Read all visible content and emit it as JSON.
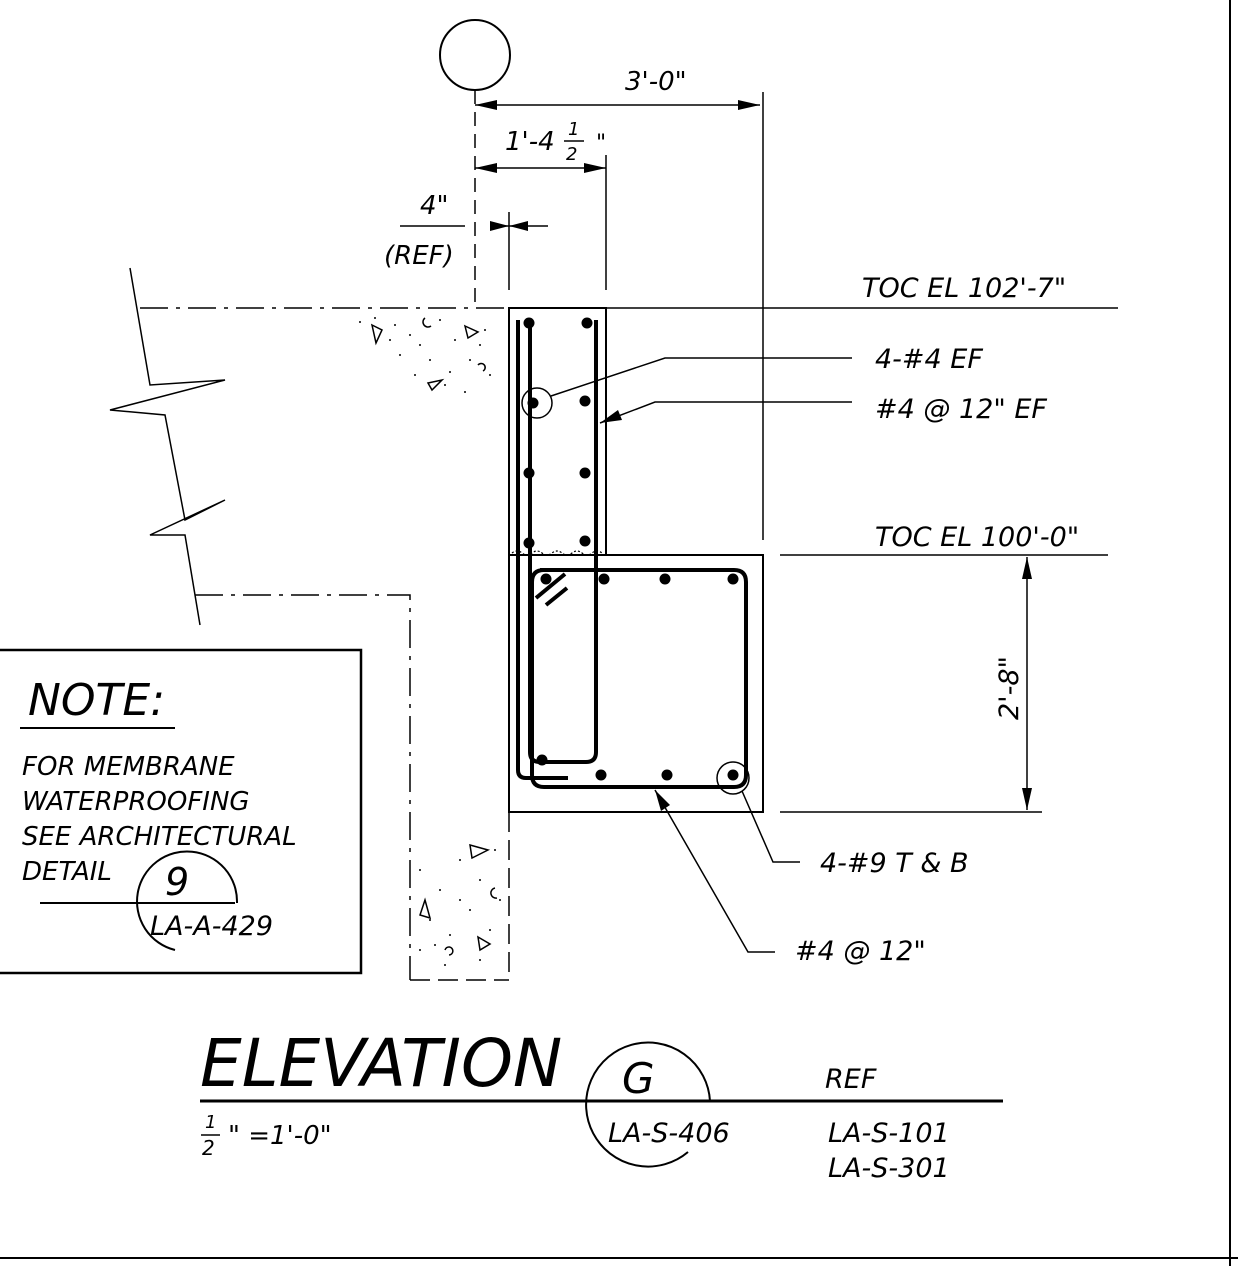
{
  "dimensions": {
    "overall_width": "3'-0\"",
    "wall_offset_main": "1'-4",
    "wall_offset_frac_num": "1",
    "wall_offset_frac_den": "2",
    "wall_offset_inch": "\"",
    "ref_offset": "4\"",
    "ref_label": "(REF)",
    "footing_height": "2'-8\""
  },
  "elevations": {
    "top_of_wall": "TOC EL 102'-7\"",
    "top_of_footing": "TOC EL 100'-0\""
  },
  "rebar_callouts": {
    "wall_vertical": "4-#4 EF",
    "wall_horizontal": "#4 @ 12\" EF",
    "footing_longitudinal": "4-#9 T & B",
    "footing_stirrup": "#4 @ 12\""
  },
  "note": {
    "title": "NOTE:",
    "lines": [
      "FOR MEMBRANE",
      "WATERPROOFING",
      "SEE ARCHITECTURAL",
      "DETAIL"
    ],
    "detail_number": "9",
    "detail_sheet": "LA-A-429"
  },
  "title_block": {
    "title": "ELEVATION",
    "scale_num": "1",
    "scale_den": "2",
    "scale_rest": "\" =1'-0\"",
    "detail_letter": "G",
    "detail_sheet": "LA-S-406",
    "ref_label": "REF",
    "ref_sheets": [
      "LA-S-101",
      "LA-S-301"
    ]
  }
}
